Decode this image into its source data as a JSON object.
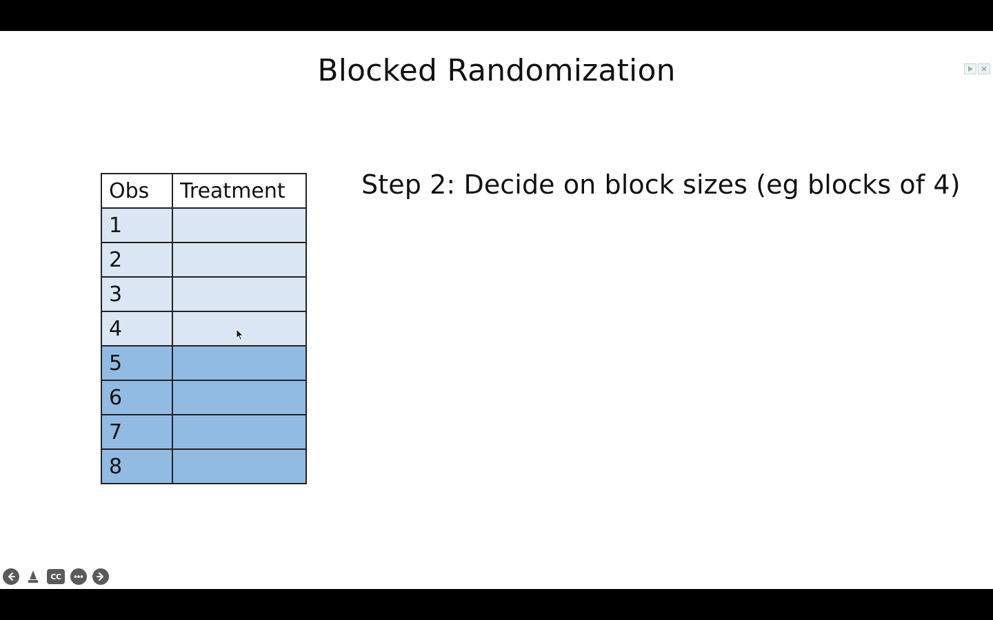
{
  "slide": {
    "title": "Blocked Randomization",
    "step_text": "Step 2: Decide on block sizes (eg blocks of 4)"
  },
  "table": {
    "headers": [
      "Obs",
      "Treatment"
    ],
    "rows": [
      {
        "obs": "1",
        "treatment": "",
        "block": 1
      },
      {
        "obs": "2",
        "treatment": "",
        "block": 1
      },
      {
        "obs": "3",
        "treatment": "",
        "block": 1
      },
      {
        "obs": "4",
        "treatment": "",
        "block": 1
      },
      {
        "obs": "5",
        "treatment": "",
        "block": 2
      },
      {
        "obs": "6",
        "treatment": "",
        "block": 2
      },
      {
        "obs": "7",
        "treatment": "",
        "block": 2
      },
      {
        "obs": "8",
        "treatment": "",
        "block": 2
      }
    ]
  },
  "colors": {
    "block_1": "#dbe6f4",
    "block_2": "#92bbe4",
    "background": "#ffffff",
    "letterbox": "#000000"
  },
  "controls": {
    "items": [
      {
        "icon": "arrow-left-icon",
        "label": ""
      },
      {
        "icon": "pen-icon",
        "label": ""
      },
      {
        "icon": "captions-icon",
        "label": "CC"
      },
      {
        "icon": "more-icon",
        "label": ""
      },
      {
        "icon": "arrow-right-icon",
        "label": ""
      }
    ]
  },
  "ad_widget": {
    "icons": [
      "play-icon",
      "close-icon"
    ]
  }
}
